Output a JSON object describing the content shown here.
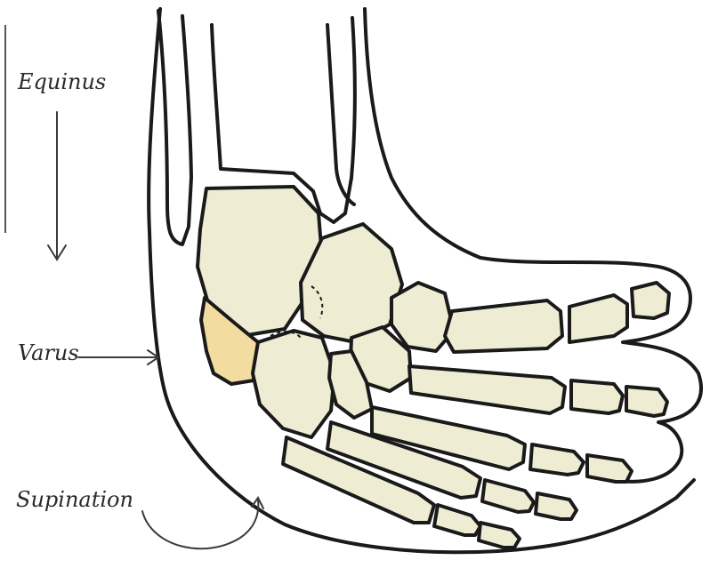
{
  "labels": {
    "equinus": "Equinus",
    "varus": "Varus",
    "supination": "Supination"
  },
  "colors": {
    "outline": "#1a1a1a",
    "bone_fill": "#eeecd2",
    "calcaneus_fill": "#f2dca0",
    "arrow": "#3a3a3a"
  }
}
